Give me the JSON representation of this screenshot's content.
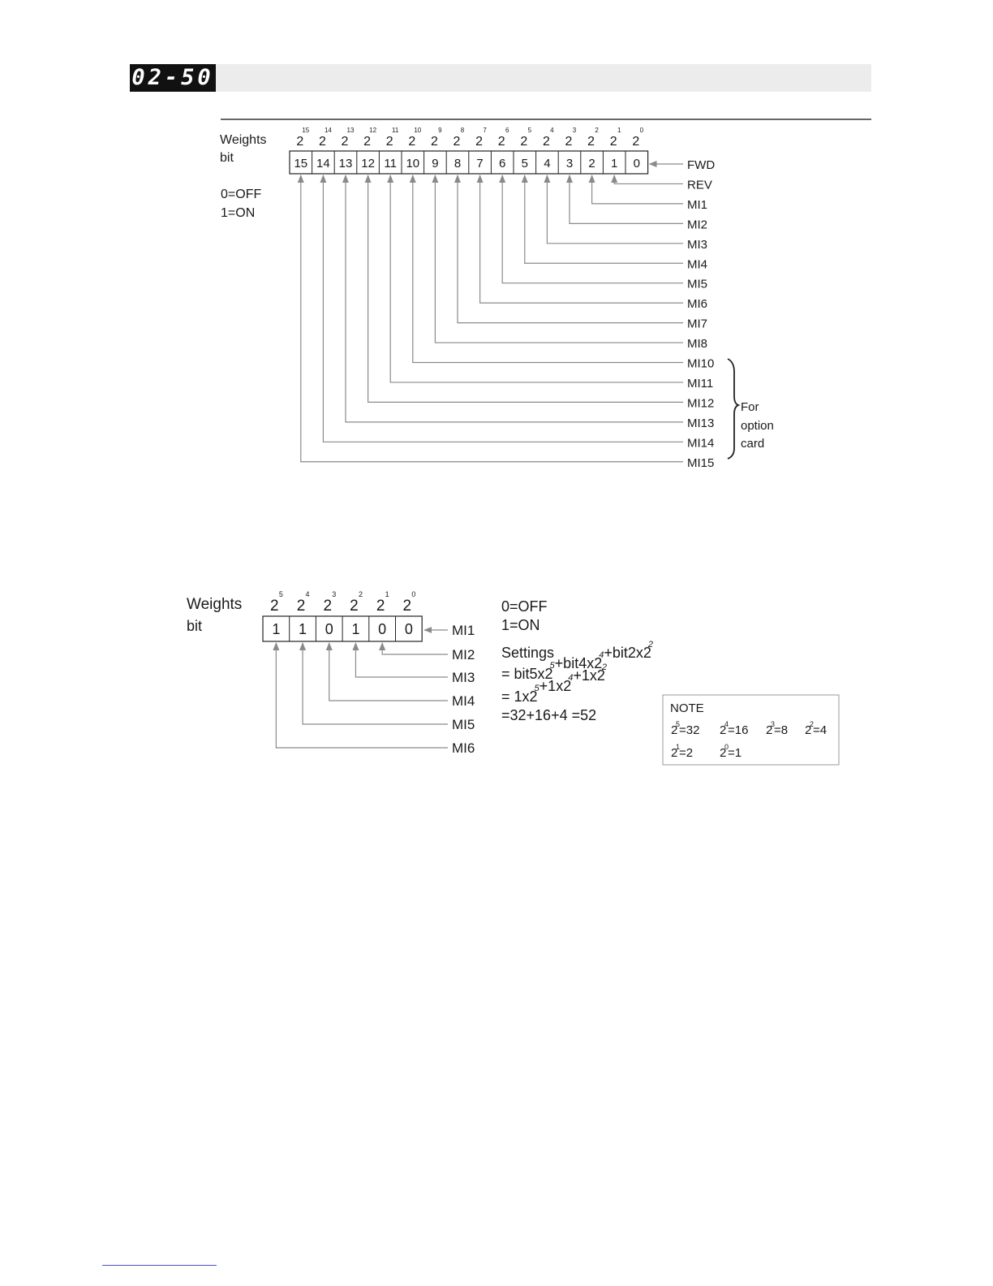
{
  "parameter_code": "02-50",
  "diagram1": {
    "weights_label": "Weights",
    "bit_label": "bit",
    "base": "2",
    "exponents": [
      "15",
      "14",
      "13",
      "12",
      "11",
      "10",
      "9",
      "8",
      "7",
      "6",
      "5",
      "4",
      "3",
      "2",
      "1",
      "0"
    ],
    "bits": [
      "15",
      "14",
      "13",
      "12",
      "11",
      "10",
      "9",
      "8",
      "7",
      "6",
      "5",
      "4",
      "3",
      "2",
      "1",
      "0"
    ],
    "off_label": "0=OFF",
    "on_label": "1=ON",
    "signals": [
      "FWD",
      "REV",
      "MI1",
      "MI2",
      "MI3",
      "MI4",
      "MI5",
      "MI6",
      "MI7",
      "MI8",
      "MI10",
      "MI11",
      "MI12",
      "MI13",
      "MI14",
      "MI15"
    ],
    "option_card_note": [
      "For",
      "option",
      "card"
    ]
  },
  "diagram2": {
    "weights_label": "Weights",
    "bit_label": "bit",
    "base": "2",
    "exponents": [
      "5",
      "4",
      "3",
      "2",
      "1",
      "0"
    ],
    "bits": [
      "1",
      "1",
      "0",
      "1",
      "0",
      "0"
    ],
    "signals": [
      "MI1",
      "MI2",
      "MI3",
      "MI4",
      "MI5",
      "MI6"
    ],
    "off_label": "0=OFF",
    "on_label": "1=ON",
    "settings_label": "Settings",
    "formula": [
      {
        "parts": [
          {
            "t": "= bit5x2"
          },
          {
            "sup": "5"
          },
          {
            "t": "+bit4x2"
          },
          {
            "sup": "4"
          },
          {
            "t": "+bit2x2"
          },
          {
            "sup": "2"
          }
        ]
      },
      {
        "parts": [
          {
            "t": "= 1x2"
          },
          {
            "sup": "5"
          },
          {
            "t": "+1x2"
          },
          {
            "sup": "4"
          },
          {
            "t": "+1x2"
          },
          {
            "sup": "2"
          }
        ]
      },
      {
        "parts": [
          {
            "t": "=32+16+4  =52"
          }
        ]
      }
    ],
    "note": {
      "title": "NOTE",
      "items": [
        {
          "exp": "5",
          "value": "=32"
        },
        {
          "exp": "4",
          "value": "=16"
        },
        {
          "exp": "3",
          "value": "=8"
        },
        {
          "exp": "2",
          "value": "=4"
        },
        {
          "exp": "1",
          "value": "=2"
        },
        {
          "exp": "0",
          "value": "=1"
        }
      ]
    }
  }
}
